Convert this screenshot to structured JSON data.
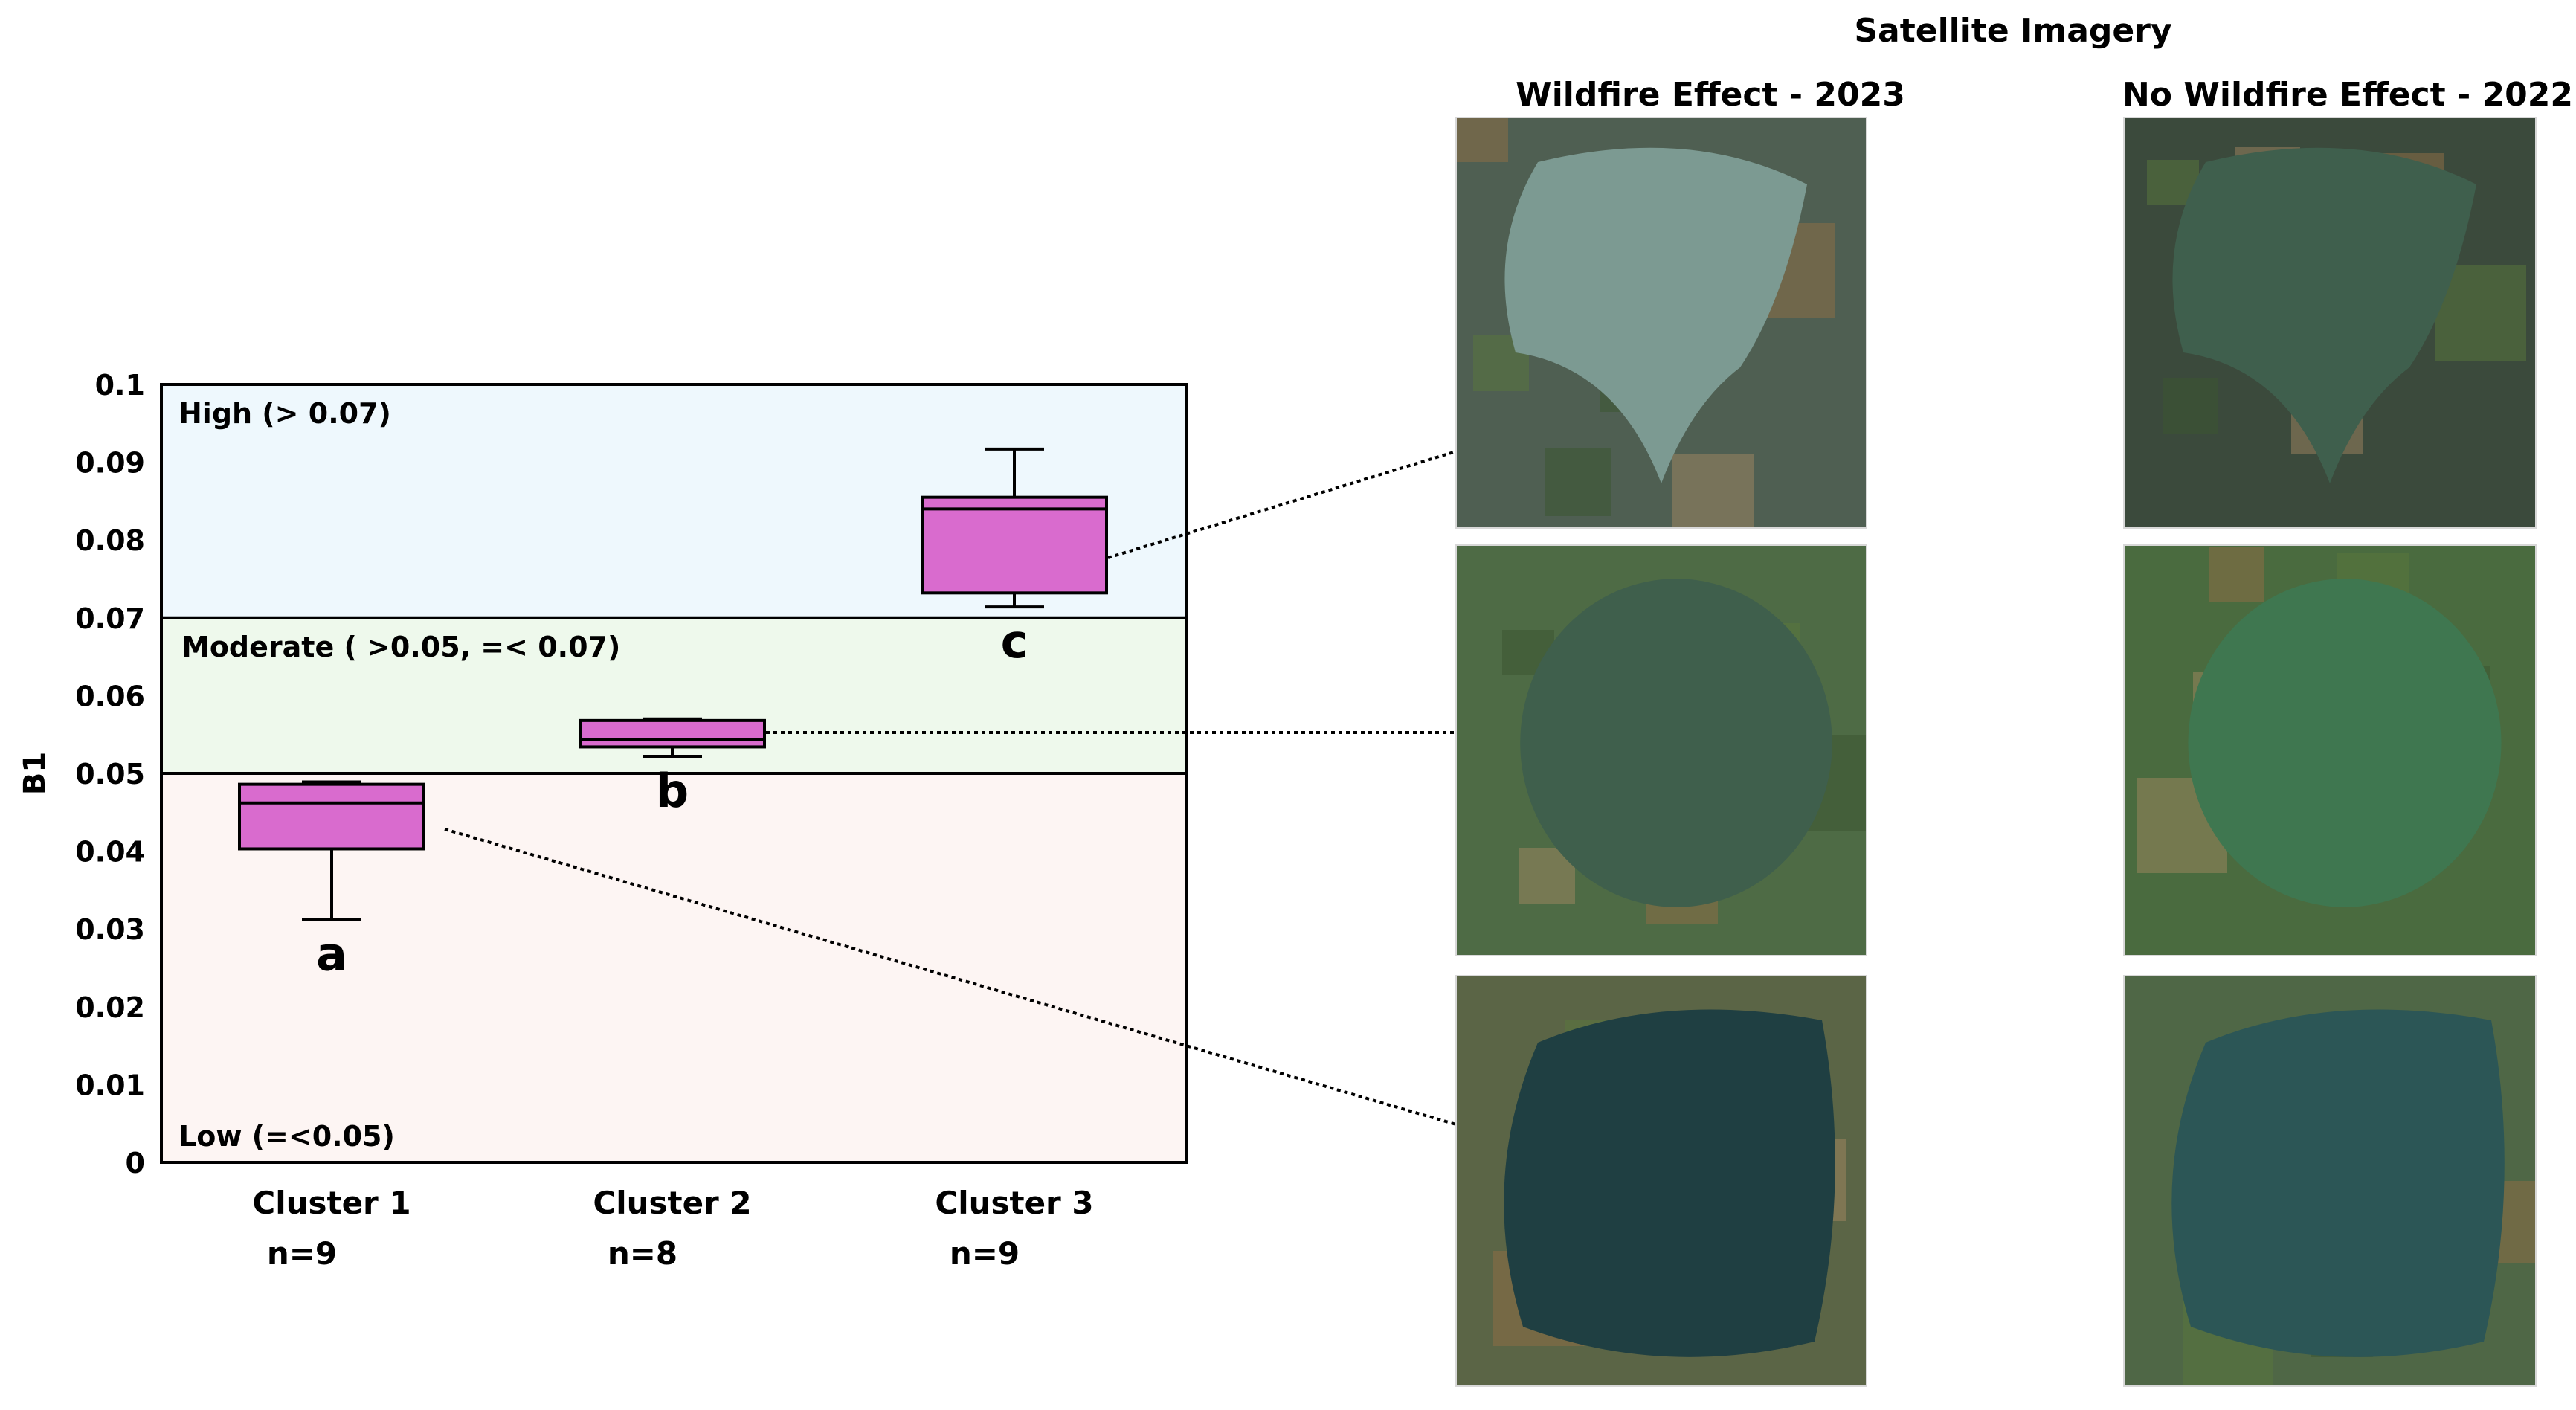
{
  "chart_data": {
    "type": "box",
    "ylabel": "B1",
    "ylim": [
      0,
      0.1
    ],
    "yticks": [
      {
        "v": 0,
        "label": "0"
      },
      {
        "v": 0.01,
        "label": "0.01"
      },
      {
        "v": 0.02,
        "label": "0.02"
      },
      {
        "v": 0.03,
        "label": "0.03"
      },
      {
        "v": 0.04,
        "label": "0.04"
      },
      {
        "v": 0.05,
        "label": "0.05"
      },
      {
        "v": 0.06,
        "label": "0.06"
      },
      {
        "v": 0.07,
        "label": "0.07"
      },
      {
        "v": 0.08,
        "label": "0.08"
      },
      {
        "v": 0.09,
        "label": "0.09"
      },
      {
        "v": 0.1,
        "label": "0.1"
      }
    ],
    "bands": [
      {
        "from": 0.07,
        "to": 0.1,
        "label": "High (> 0.07)",
        "color": "#eef8fd"
      },
      {
        "from": 0.05,
        "to": 0.07,
        "label": "Moderate ( >0.05, =< 0.07)",
        "color": "#eef9ec"
      },
      {
        "from": 0,
        "to": 0.05,
        "label": "Low (=<0.05)",
        "color": "#fdf5f3"
      }
    ],
    "categories": [
      "Cluster 1",
      "Cluster 2",
      "Cluster 3"
    ],
    "n_labels": [
      "n=9",
      "n=8",
      "n=9"
    ],
    "boxes": [
      {
        "min": 0.0312,
        "q1": 0.0403,
        "median": 0.0462,
        "q3": 0.0486,
        "max": 0.0489,
        "letter": "a"
      },
      {
        "min": 0.0522,
        "q1": 0.0534,
        "median": 0.0543,
        "q3": 0.0568,
        "max": 0.057,
        "letter": "b"
      },
      {
        "min": 0.0714,
        "q1": 0.0732,
        "median": 0.084,
        "q3": 0.0855,
        "max": 0.0917,
        "letter": "c"
      }
    ],
    "box_color": "#d96bce"
  },
  "imagery": {
    "title": "Satellite Imagery",
    "col_headers": [
      "Wildfire Effect - 2023",
      "No Wildfire Effect - 2022"
    ],
    "tiles": [
      {
        "name": "cluster-3-2023-image",
        "bg": "#4f5f52",
        "lake": "#7c9a92",
        "shape": "hazy-bay"
      },
      {
        "name": "cluster-3-2022-image",
        "bg": "#3b4a3c",
        "lake": "#3f5f4d",
        "shape": "bay"
      },
      {
        "name": "cluster-2-2023-image",
        "bg": "#4e6b45",
        "lake": "#3f5f4c",
        "shape": "round"
      },
      {
        "name": "cluster-2-2022-image",
        "bg": "#4a6b3f",
        "lake": "#3f7750",
        "shape": "round"
      },
      {
        "name": "cluster-1-2023-image",
        "bg": "#5b6546",
        "lake": "#1f3f42",
        "shape": "oval"
      },
      {
        "name": "cluster-1-2022-image",
        "bg": "#4f6746",
        "lake": "#2c5656",
        "shape": "oval"
      }
    ]
  }
}
